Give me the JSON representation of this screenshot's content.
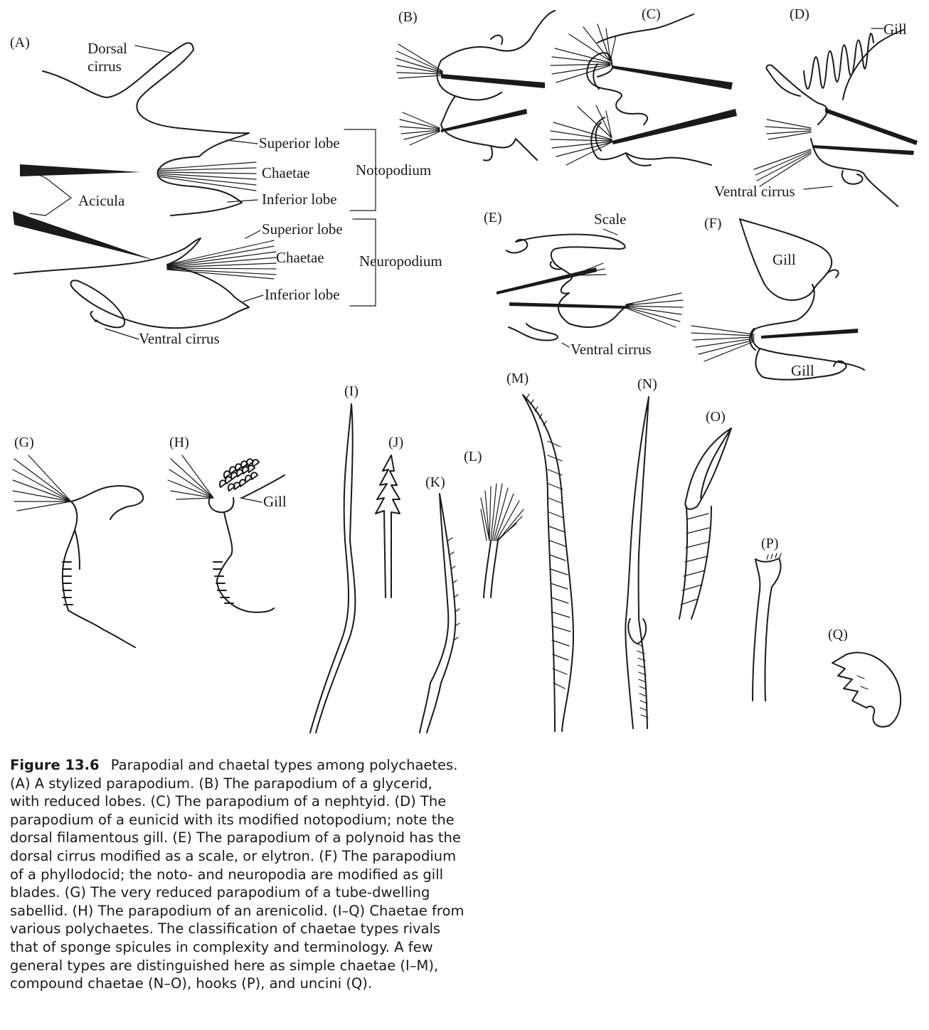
{
  "panels": {
    "A": "(A)",
    "B": "(B)",
    "C": "(C)",
    "D": "(D)",
    "E": "(E)",
    "F": "(F)",
    "G": "(G)",
    "H": "(H)",
    "I": "(I)",
    "J": "(J)",
    "K": "(K)",
    "L": "(L)",
    "M": "(M)",
    "N": "(N)",
    "O": "(O)",
    "P": "(P)",
    "Q": "(Q)"
  },
  "labels": {
    "dorsal_line1": "Dorsal",
    "dorsal_line2": "cirrus",
    "superior_lobe": "Superior lobe",
    "chaetae": "Chaetae",
    "inferior_lobe": "Inferior lobe",
    "notopodium": "Notopodium",
    "acicula": "Acicula",
    "neuropodium": "Neuropodium",
    "ventral_cirrus": "Ventral cirrus",
    "gill": "Gill",
    "scale": "Scale"
  },
  "caption": {
    "figure_number": "Figure 13.6",
    "text": "Parapodial and chaetal types among polychaetes. (A) A stylized parapodium. (B) The parapodium of a glycerid, with reduced lobes. (C) The parapodium of a nephtyid. (D) The parapodium of a eunicid with its modified notopodium; note the dorsal filamentous gill. (E) The parapodium of a polynoid has the dorsal cirrus modified as a scale, or elytron. (F) The parapodium of a phyllodocid; the noto- and neuropodia are modified as gill blades. (G) The very reduced parapodium of a tube-dwelling sabellid. (H) The parapodium of an arenicolid. (I–Q) Chaetae from various polychaetes. The classification of chaetae types rivals that of sponge spicules in complexity and terminology. A few general types are distinguished here as simple chaetae (I–M), compound chaetae (N–O), hooks (P), and uncini (Q)."
  }
}
